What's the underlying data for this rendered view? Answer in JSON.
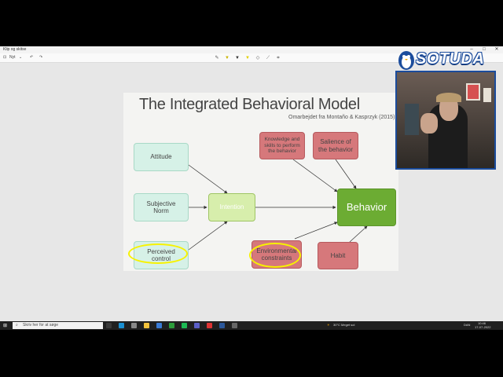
{
  "app": {
    "title": "Klip og skitse",
    "minimize": "–",
    "maximize": "□",
    "close": "✕"
  },
  "toolbar": {
    "new_label": "Nyt",
    "tools": [
      "touch-write-icon",
      "ballpoint-pen-icon",
      "pencil-icon",
      "highlighter-icon",
      "eraser-icon",
      "ruler-icon",
      "crop-icon"
    ]
  },
  "slide": {
    "title": "The Integrated Behavioral Model",
    "subtitle": "Omarbejdet fra Montaño & Kasprzyk (2015)",
    "nodes": {
      "attitude": "Attitude",
      "subjective_norm": "Subjective\nNorm",
      "perceived_control": "Perceived\ncontrol",
      "intention": "Intention",
      "knowledge": "Knowledge and\nskills to perform\nthe behavior",
      "salience": "Salience of\nthe behavior",
      "behavior": "Behavior",
      "environmental": "Environmental\nconstraints",
      "habit": "Habit"
    },
    "colors": {
      "green_light": "#d6f1e7",
      "lime": "#d7eeac",
      "green_dark": "#6cac33",
      "red": "#d6787b",
      "highlight": "#f7f200"
    }
  },
  "webcam": {
    "logo": "SOTUDA"
  },
  "taskbar": {
    "search_placeholder": "Skriv her for at søge",
    "weather": "30°C Meget sol",
    "language": "DAN",
    "time": "10:46",
    "date": "17-07-2022"
  }
}
